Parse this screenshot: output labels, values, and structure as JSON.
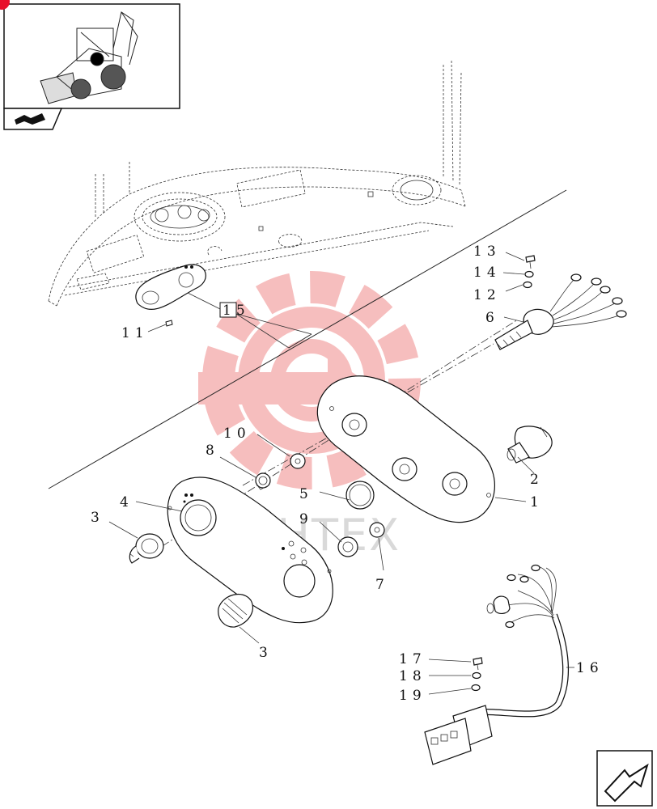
{
  "thumbnail": {
    "icon": "backhoe-loader-icon",
    "badge_color": "#e8102a"
  },
  "nav": {
    "back_icon": "back-arrow-icon",
    "next_icon": "next-arrow-icon"
  },
  "watermark": {
    "text": "ИНТЕХ",
    "color": "#f08a8a"
  },
  "callouts": [
    {
      "id": "c1",
      "text": "1"
    },
    {
      "id": "c2",
      "text": "2"
    },
    {
      "id": "c3a",
      "text": "3"
    },
    {
      "id": "c3b",
      "text": "3"
    },
    {
      "id": "c4",
      "text": "4"
    },
    {
      "id": "c5",
      "text": "5"
    },
    {
      "id": "c6",
      "text": "6"
    },
    {
      "id": "c7",
      "text": "7"
    },
    {
      "id": "c8",
      "text": "8"
    },
    {
      "id": "c9",
      "text": "9"
    },
    {
      "id": "c10",
      "text": "10"
    },
    {
      "id": "c11",
      "text": "11"
    },
    {
      "id": "c12",
      "text": "12"
    },
    {
      "id": "c13",
      "text": "13"
    },
    {
      "id": "c14",
      "text": "14"
    },
    {
      "id": "c15",
      "text": "15"
    },
    {
      "id": "c16",
      "text": "16"
    },
    {
      "id": "c17",
      "text": "17"
    },
    {
      "id": "c18",
      "text": "18"
    },
    {
      "id": "c19",
      "text": "19"
    }
  ]
}
